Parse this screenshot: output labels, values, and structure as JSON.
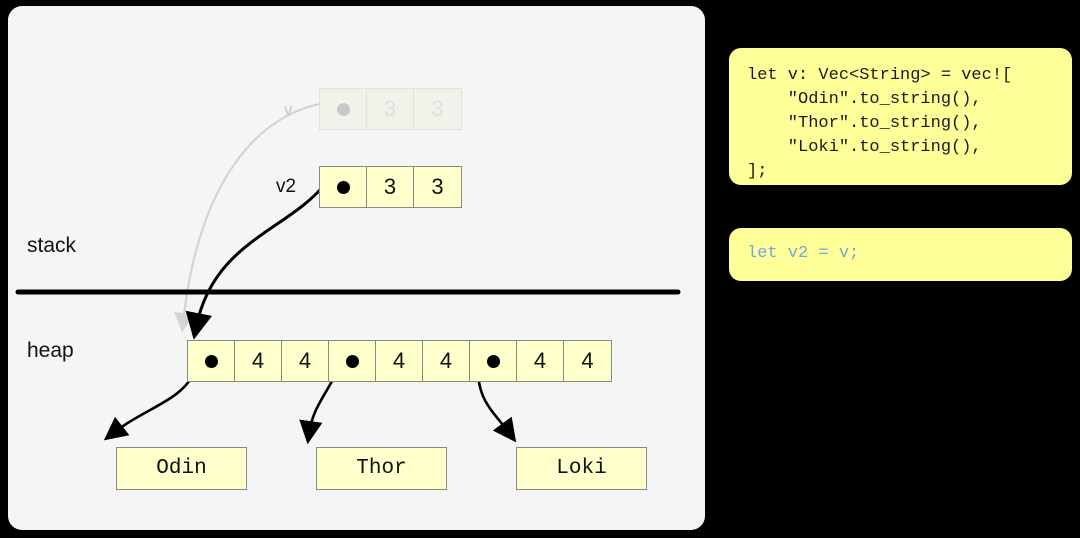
{
  "diagram": {
    "regions": {
      "stack_label": "stack",
      "heap_label": "heap"
    },
    "variables": [
      {
        "name": "v",
        "state": "moved",
        "cells": [
          "ptr-dot",
          "3",
          "3"
        ],
        "note": "greyed out after move"
      },
      {
        "name": "v2",
        "state": "active",
        "cells": [
          "ptr-dot",
          "3",
          "3"
        ]
      }
    ],
    "heap_row": {
      "cells": [
        "ptr-dot",
        "4",
        "4",
        "ptr-dot",
        "4",
        "4",
        "ptr-dot",
        "4",
        "4"
      ]
    },
    "string_boxes": [
      {
        "text": "Odin"
      },
      {
        "text": "Thor"
      },
      {
        "text": "Loki"
      }
    ],
    "colors": {
      "card_background": "#f5f5f5",
      "cell_fill": "#ffffcc",
      "cell_border": "#8a8a80",
      "ghost_fill": "#f2f2ea",
      "ghost_border": "#e2e2dc",
      "ghost_text": "#dedede",
      "arrow_active": "#000000",
      "arrow_ghost": "#d4d4d4",
      "divider": "#000000",
      "page_background": "#000000"
    }
  },
  "code": {
    "blocks": [
      {
        "id": "vec-declaration",
        "text": "let v: Vec<String> = vec![\n    \"Odin\".to_string(),\n    \"Thor\".to_string(),\n    \"Loki\".to_string(),\n];",
        "text_color": "#1a1a1a",
        "background": "#ffff99"
      },
      {
        "id": "move-assignment",
        "text": "let v2 = v;",
        "text_color": "#6fa8dc",
        "background": "#ffff99"
      }
    ]
  }
}
